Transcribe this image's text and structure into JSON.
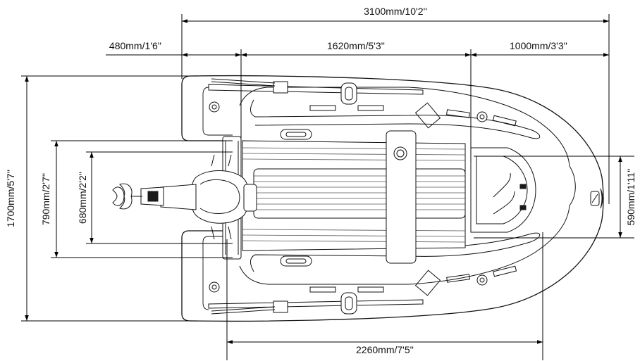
{
  "dimensions": {
    "total_length": "3100mm/10'2''",
    "transom_segment": "480mm/1'6''",
    "floor_segment": "1620mm/5'3''",
    "bow_segment": "1000mm/3'3''",
    "total_beam": "1700mm/5'7''",
    "transom_outer_width": "790mm/2'7''",
    "transom_inner_width": "680mm/2'2''",
    "bow_inner_width": "590mm/1'11''",
    "inner_length": "2260mm/7'5''"
  },
  "colors": {
    "line": "#000000",
    "background": "#ffffff"
  }
}
